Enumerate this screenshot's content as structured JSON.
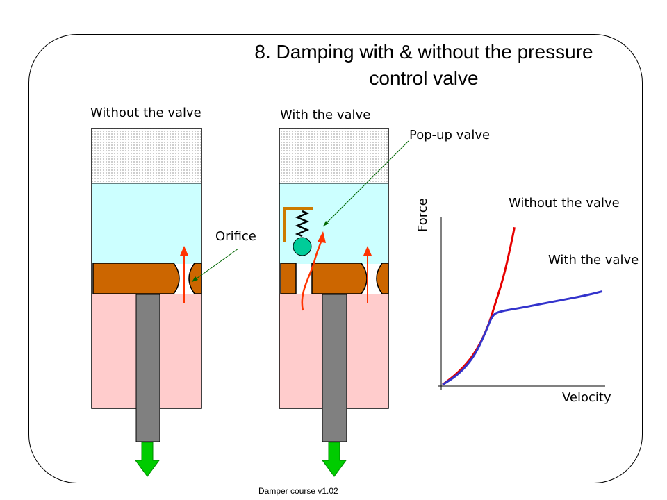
{
  "slide": {
    "title_line1": "8. Damping with & without the pressure",
    "title_line2": "control valve",
    "footer": "Damper course v1.02"
  },
  "left_diagram": {
    "label": "Without the valve",
    "orifice_label": "Orifice"
  },
  "right_diagram": {
    "label": "With the valve",
    "popup_label": "Pop-up valve"
  },
  "colors": {
    "gas": "#ffffff",
    "oil_upper": "#ccffff",
    "oil_lower": "#ffcccc",
    "piston": "#cc6600",
    "rod": "#808080",
    "arrow_down": "#00cc00",
    "flow_arrow": "#ff3300",
    "leader_line": "#006600",
    "valve_ball": "#00cc99",
    "valve_bracket": "#cc7a00",
    "curve_without": "#e60000",
    "curve_with": "#3333cc"
  },
  "chart_data": {
    "type": "line",
    "xlabel": "Velocity",
    "ylabel": "Force",
    "series": [
      {
        "name": "Without the valve",
        "color": "#e60000",
        "points": [
          [
            0,
            0
          ],
          [
            0.1,
            0.12
          ],
          [
            0.2,
            0.3
          ],
          [
            0.28,
            0.55
          ],
          [
            0.33,
            0.8
          ],
          [
            0.38,
            1.05
          ],
          [
            0.42,
            1.32
          ],
          [
            0.45,
            1.55
          ]
        ]
      },
      {
        "name": "With the valve",
        "color": "#3333cc",
        "points": [
          [
            0,
            0
          ],
          [
            0.1,
            0.1
          ],
          [
            0.2,
            0.28
          ],
          [
            0.27,
            0.52
          ],
          [
            0.31,
            0.68
          ],
          [
            0.35,
            0.72
          ],
          [
            0.5,
            0.76
          ],
          [
            0.7,
            0.82
          ],
          [
            0.9,
            0.88
          ],
          [
            1.0,
            0.92
          ]
        ]
      }
    ],
    "xlim": [
      0,
      1
    ],
    "ylim": [
      0,
      1.6
    ]
  }
}
